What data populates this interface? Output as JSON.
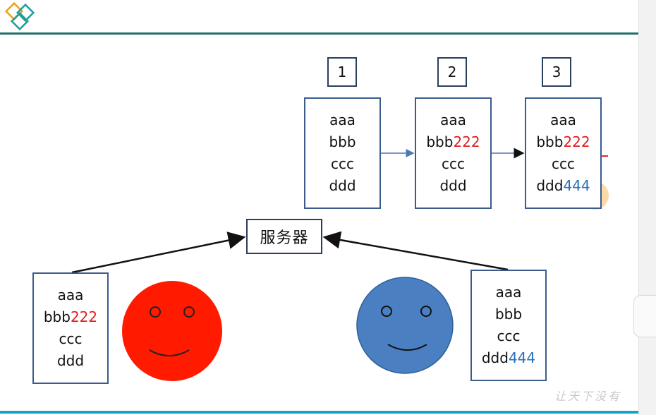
{
  "diagram": {
    "versions": [
      {
        "label": "1",
        "lines": [
          {
            "text": "aaa"
          },
          {
            "text": "bbb"
          },
          {
            "text": "ccc"
          },
          {
            "text": "ddd"
          }
        ]
      },
      {
        "label": "2",
        "lines": [
          {
            "text": "aaa"
          },
          {
            "text": "bbb",
            "add": "222",
            "addColor": "#e02020"
          },
          {
            "text": "ccc"
          },
          {
            "text": "ddd"
          }
        ]
      },
      {
        "label": "3",
        "lines": [
          {
            "text": "aaa"
          },
          {
            "text": "bbb",
            "add": "222",
            "addColor": "#e02020"
          },
          {
            "text": "ccc"
          },
          {
            "text": "ddd",
            "add": "444",
            "addColor": "#2a70b8"
          }
        ]
      }
    ],
    "server_label": "服务器",
    "left_user_file": [
      {
        "text": "aaa"
      },
      {
        "text": "bbb",
        "add": "222",
        "addColor": "#e02020"
      },
      {
        "text": "ccc"
      },
      {
        "text": "ddd"
      }
    ],
    "right_user_file": [
      {
        "text": "aaa"
      },
      {
        "text": "bbb"
      },
      {
        "text": "ccc"
      },
      {
        "text": "ddd",
        "add": "444",
        "addColor": "#2a70b8"
      }
    ],
    "left_user_color": "#ff1a00",
    "right_user_color": "#4a7fc1"
  },
  "watermark": "让天下没有"
}
